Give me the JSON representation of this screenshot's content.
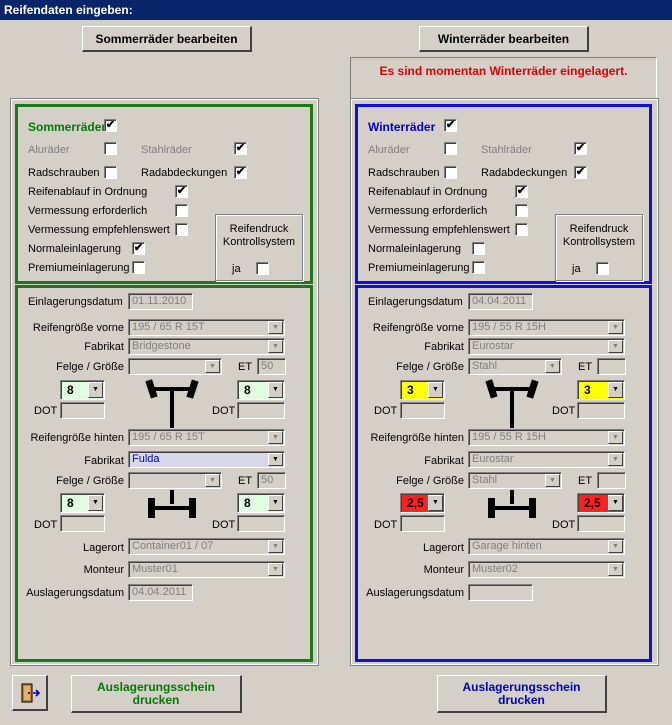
{
  "window": {
    "title": "Reifendaten eingeben:"
  },
  "top_buttons": {
    "summer": "Sommerräder bearbeiten",
    "winter": "Winterräder bearbeiten"
  },
  "status_message": "Es sind momentan Winterräder eingelagert.",
  "summer": {
    "header": "Sommerräder",
    "header_checked": "✔",
    "alu_label": "Aluräder",
    "alu_checked": "",
    "stahl_label": "Stahlräder",
    "stahl_checked": "✔",
    "radschrauben_label": "Radschrauben",
    "radschrauben_checked": "",
    "radabdeckungen_label": "Radabdeckungen",
    "radabdeckungen_checked": "✔",
    "ablauf_label": "Reifenablauf in Ordnung",
    "ablauf_checked": "✔",
    "vermessung_erf_label": "Vermessung erforderlich",
    "vermessung_erf_checked": "",
    "vermessung_emp_label": "Vermessung empfehlenswert",
    "vermessung_emp_checked": "",
    "normal_label": "Normaleinlagerung",
    "normal_checked": "✔",
    "premium_label": "Premiumeinlagerung",
    "premium_checked": "",
    "rdks_label": "Reifendruck Kontrollsystem",
    "rdks_ja": "ja",
    "rdks_checked": "",
    "einlagerung_label": "Einlagerungsdatum",
    "einlagerung_value": "01.11.2010",
    "groesse_vorne_label": "Reifengröße vorne",
    "groesse_vorne_value": "195 / 65 R 15T",
    "fabrikat_label": "Fabrikat",
    "fabrikat_vorne_value": "Bridgestone",
    "felge_label": "Felge / Größe",
    "felge_vorne_value": "",
    "et_label": "ET",
    "et_vorne_value": "50",
    "tire_fl": "8",
    "tire_fr": "8",
    "dot_label": "DOT",
    "groesse_hinten_label": "Reifengröße hinten",
    "groesse_hinten_value": "195 / 65 R 15T",
    "fabrikat_hinten_value": "Fulda",
    "felge_hinten_value": "",
    "et_hinten_value": "50",
    "tire_rl": "8",
    "tire_rr": "8",
    "lagerort_label": "Lagerort",
    "lagerort_value": "Container01 / 07",
    "monteur_label": "Monteur",
    "monteur_value": "Muster01",
    "auslagerung_label": "Auslagerungsdatum",
    "auslagerung_value": "04.04.2011",
    "print_button": "Auslagerungsschein drucken"
  },
  "winter": {
    "header": "Winterräder",
    "header_checked": "✔",
    "alu_label": "Aluräder",
    "alu_checked": "",
    "stahl_label": "Stahlräder",
    "stahl_checked": "✔",
    "radschrauben_label": "Radschrauben",
    "radschrauben_checked": "",
    "radabdeckungen_label": "Radabdeckungen",
    "radabdeckungen_checked": "✔",
    "ablauf_label": "Reifenablauf in Ordnung",
    "ablauf_checked": "✔",
    "vermessung_erf_label": "Vermessung erforderlich",
    "vermessung_erf_checked": "",
    "vermessung_emp_label": "Vermessung empfehlenswert",
    "vermessung_emp_checked": "",
    "normal_label": "Normaleinlagerung",
    "normal_checked": "",
    "premium_label": "Premiumeinlagerung",
    "premium_checked": "",
    "rdks_label": "Reifendruck Kontrollsystem",
    "rdks_ja": "ja",
    "rdks_checked": "",
    "einlagerung_label": "Einlagerungsdatum",
    "einlagerung_value": "04.04.2011",
    "groesse_vorne_label": "Reifengröße vorne",
    "groesse_vorne_value": "195 / 55 R 15H",
    "fabrikat_label": "Fabrikat",
    "fabrikat_vorne_value": "Eurostar",
    "felge_label": "Felge / Größe",
    "felge_vorne_value": "Stahl",
    "et_label": "ET",
    "et_vorne_value": "",
    "tire_fl": "3",
    "tire_fr": "3",
    "dot_label": "DOT",
    "groesse_hinten_label": "Reifengröße hinten",
    "groesse_hinten_value": "195 / 55 R 15H",
    "fabrikat_hinten_value": "Eurostar",
    "felge_hinten_value": "Stahl",
    "et_hinten_value": "",
    "tire_rl": "2,5",
    "tire_rr": "2,5",
    "lagerort_label": "Lagerort",
    "lagerort_value": "Garage hinten",
    "monteur_label": "Monteur",
    "monteur_value": "Muster02",
    "auslagerung_label": "Auslagerungsdatum",
    "auslagerung_value": "",
    "print_button": "Auslagerungsschein drucken"
  },
  "colors": {
    "summer_accent": "#1a7a1a",
    "winter_accent": "#1010d8",
    "tire_summer": "#e0ffe0",
    "tire_winter_front": "#ffff00",
    "tire_winter_rear": "#ff2020",
    "status_red": "#e00000"
  },
  "icons": {
    "exit": "exit-door-icon",
    "dropdown": "chevron-down-icon",
    "axle": "axle-icon"
  }
}
